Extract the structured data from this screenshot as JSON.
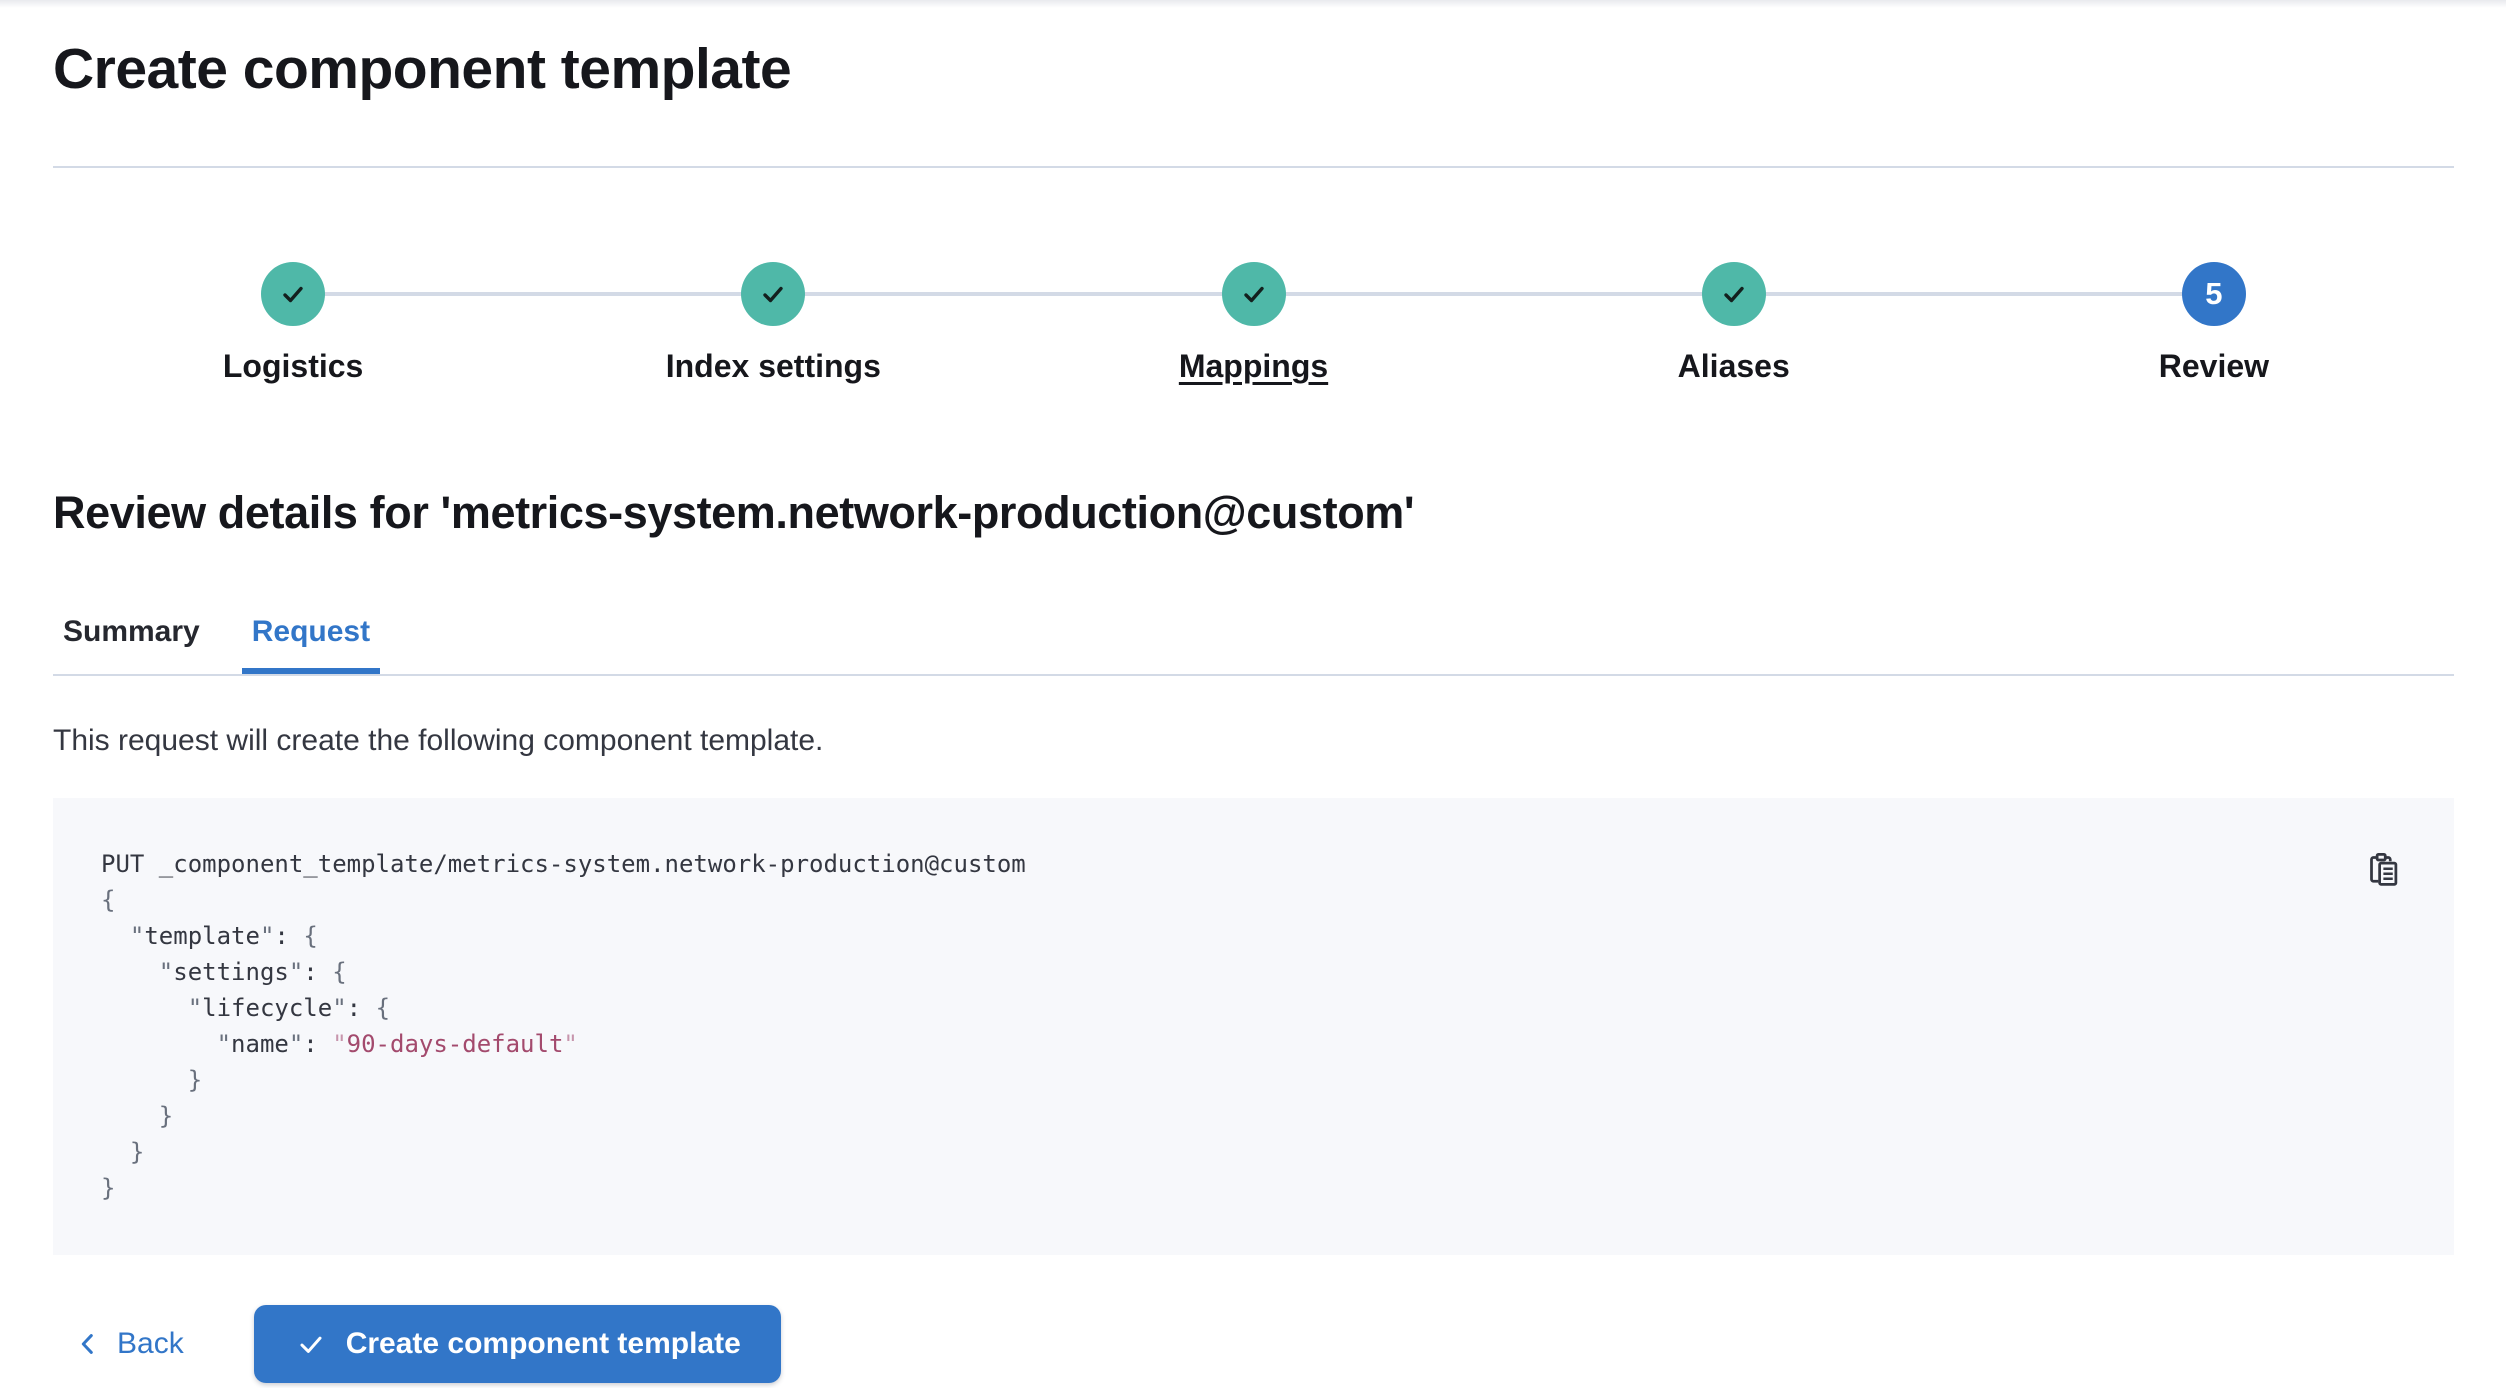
{
  "page": {
    "title": "Create component template"
  },
  "stepper": {
    "steps": [
      {
        "label": "Logistics",
        "status": "complete",
        "hovered": false
      },
      {
        "label": "Index settings",
        "status": "complete",
        "hovered": false
      },
      {
        "label": "Mappings",
        "status": "complete",
        "hovered": true
      },
      {
        "label": "Aliases",
        "status": "complete",
        "hovered": false
      },
      {
        "label": "Review",
        "status": "current",
        "number": "5",
        "hovered": false
      }
    ]
  },
  "review": {
    "heading": "Review details for 'metrics-system.network-production@custom'",
    "tabs": [
      {
        "label": "Summary",
        "selected": false
      },
      {
        "label": "Request",
        "selected": true
      }
    ],
    "description": "This request will create the following component template."
  },
  "request_preview": {
    "copy_icon": "copy-clipboard-icon",
    "lines": [
      [
        {
          "t": "PUT _component_template/metrics-system.network-production@custom",
          "s": "plain"
        }
      ],
      [
        {
          "t": "{",
          "s": "punct"
        }
      ],
      [
        {
          "t": "  ",
          "s": "plain"
        },
        {
          "t": "\"",
          "s": "punct"
        },
        {
          "t": "template",
          "s": "plain"
        },
        {
          "t": "\"",
          "s": "punct"
        },
        {
          "t": ": ",
          "s": "plain"
        },
        {
          "t": "{",
          "s": "punct"
        }
      ],
      [
        {
          "t": "    ",
          "s": "plain"
        },
        {
          "t": "\"",
          "s": "punct"
        },
        {
          "t": "settings",
          "s": "plain"
        },
        {
          "t": "\"",
          "s": "punct"
        },
        {
          "t": ": ",
          "s": "plain"
        },
        {
          "t": "{",
          "s": "punct"
        }
      ],
      [
        {
          "t": "      ",
          "s": "plain"
        },
        {
          "t": "\"",
          "s": "punct"
        },
        {
          "t": "lifecycle",
          "s": "plain"
        },
        {
          "t": "\"",
          "s": "punct"
        },
        {
          "t": ": ",
          "s": "plain"
        },
        {
          "t": "{",
          "s": "punct"
        }
      ],
      [
        {
          "t": "        ",
          "s": "plain"
        },
        {
          "t": "\"",
          "s": "punct"
        },
        {
          "t": "name",
          "s": "plain"
        },
        {
          "t": "\"",
          "s": "punct"
        },
        {
          "t": ": ",
          "s": "plain"
        },
        {
          "t": "\"",
          "s": "squote"
        },
        {
          "t": "90-days-default",
          "s": "string"
        },
        {
          "t": "\"",
          "s": "squote"
        }
      ],
      [
        {
          "t": "      }",
          "s": "punct"
        }
      ],
      [
        {
          "t": "    }",
          "s": "punct"
        }
      ],
      [
        {
          "t": "  }",
          "s": "punct"
        }
      ],
      [
        {
          "t": "}",
          "s": "punct"
        }
      ]
    ]
  },
  "footer": {
    "back_label": "Back",
    "submit_label": "Create component template"
  },
  "colors": {
    "primary": "#3276C8",
    "success": "#4FB8A8",
    "border": "#D3DAE6",
    "code_background": "#F7F8FB",
    "code_text": "#343741",
    "code_punctuation": "#69707D",
    "code_string": "#A34A6D",
    "check_icon_dark": "#13201E",
    "text_dark": "#16171C"
  }
}
